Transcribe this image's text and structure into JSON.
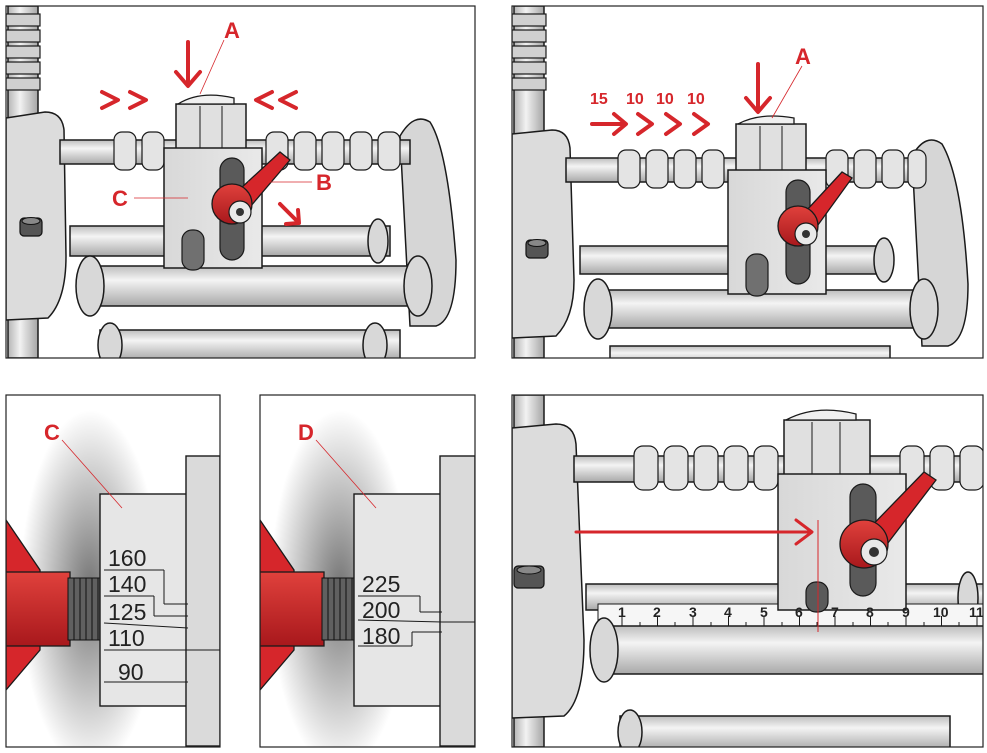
{
  "colors": {
    "accent_red": "#d6262b",
    "metal_light": "#e8e8e8",
    "metal_mid": "#cfcfcf",
    "metal_dark": "#9a9a9a",
    "outline": "#1a1a1a",
    "panel_border": "#222222"
  },
  "panel1": {
    "label_a": "A",
    "label_b": "B",
    "label_c": "C"
  },
  "panel2": {
    "label_a": "A",
    "steps": [
      "15",
      "10",
      "10",
      "10"
    ]
  },
  "panel3": {
    "label": "C",
    "ticks": [
      "160",
      "140",
      "125",
      "110",
      "90"
    ]
  },
  "panel4": {
    "label": "D",
    "ticks": [
      "225",
      "200",
      "180"
    ]
  },
  "panel5": {
    "scale": [
      "1",
      "2",
      "3",
      "4",
      "5",
      "6",
      "7",
      "8",
      "9",
      "10",
      "11"
    ]
  }
}
